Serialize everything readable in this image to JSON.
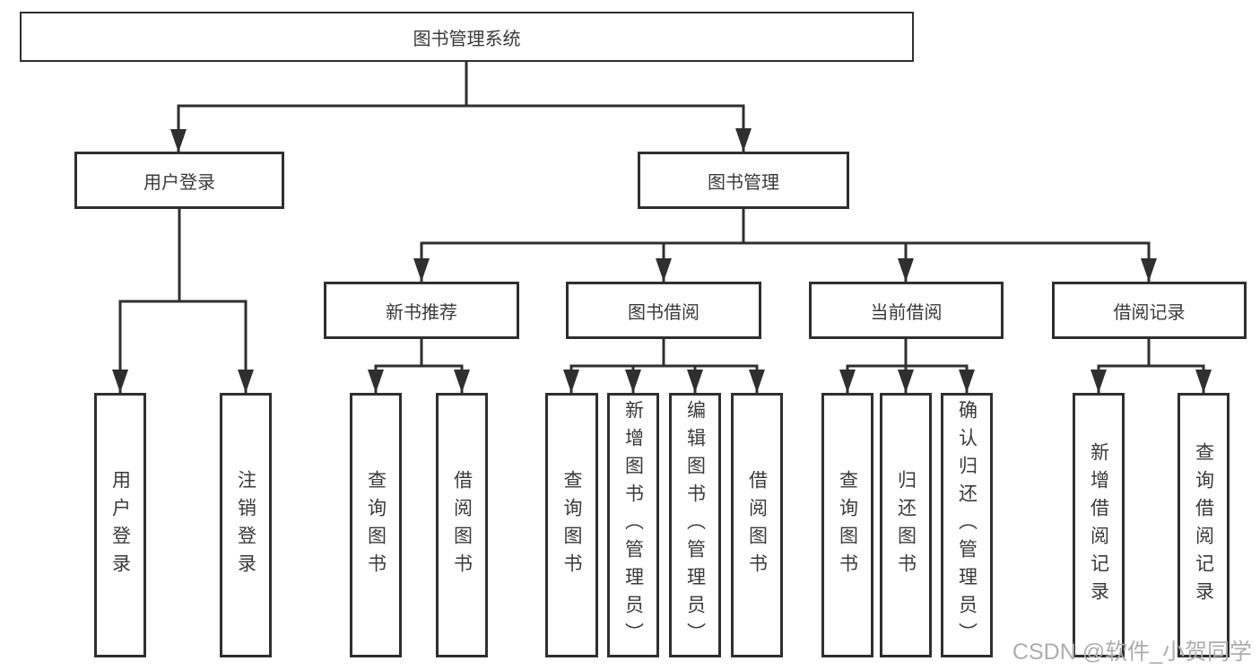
{
  "diagram": {
    "root": {
      "label": "图书管理系统"
    },
    "level2": [
      {
        "label": "用户登录"
      },
      {
        "label": "图书管理"
      }
    ],
    "level3": [
      {
        "label": "新书推荐"
      },
      {
        "label": "图书借阅"
      },
      {
        "label": "当前借阅"
      },
      {
        "label": "借阅记录"
      }
    ],
    "leaves": [
      {
        "label": "用户登录"
      },
      {
        "label": "注销登录"
      },
      {
        "label": "查询图书"
      },
      {
        "label": "借阅图书"
      },
      {
        "label": "查询图书"
      },
      {
        "label": "新增图书（管理员）"
      },
      {
        "label": "编辑图书（管理员）"
      },
      {
        "label": "借阅图书"
      },
      {
        "label": "查询图书"
      },
      {
        "label": "归还图书"
      },
      {
        "label": "确认归还（管理员）"
      },
      {
        "label": "新增借阅记录"
      },
      {
        "label": "查询借阅记录"
      }
    ]
  },
  "watermark": {
    "text": "CSDN @软件_小贺同学"
  },
  "colors": {
    "line": "#2f2f2f",
    "text": "#3a3a3a",
    "watermark": "#adadad",
    "background": "#ffffff"
  }
}
